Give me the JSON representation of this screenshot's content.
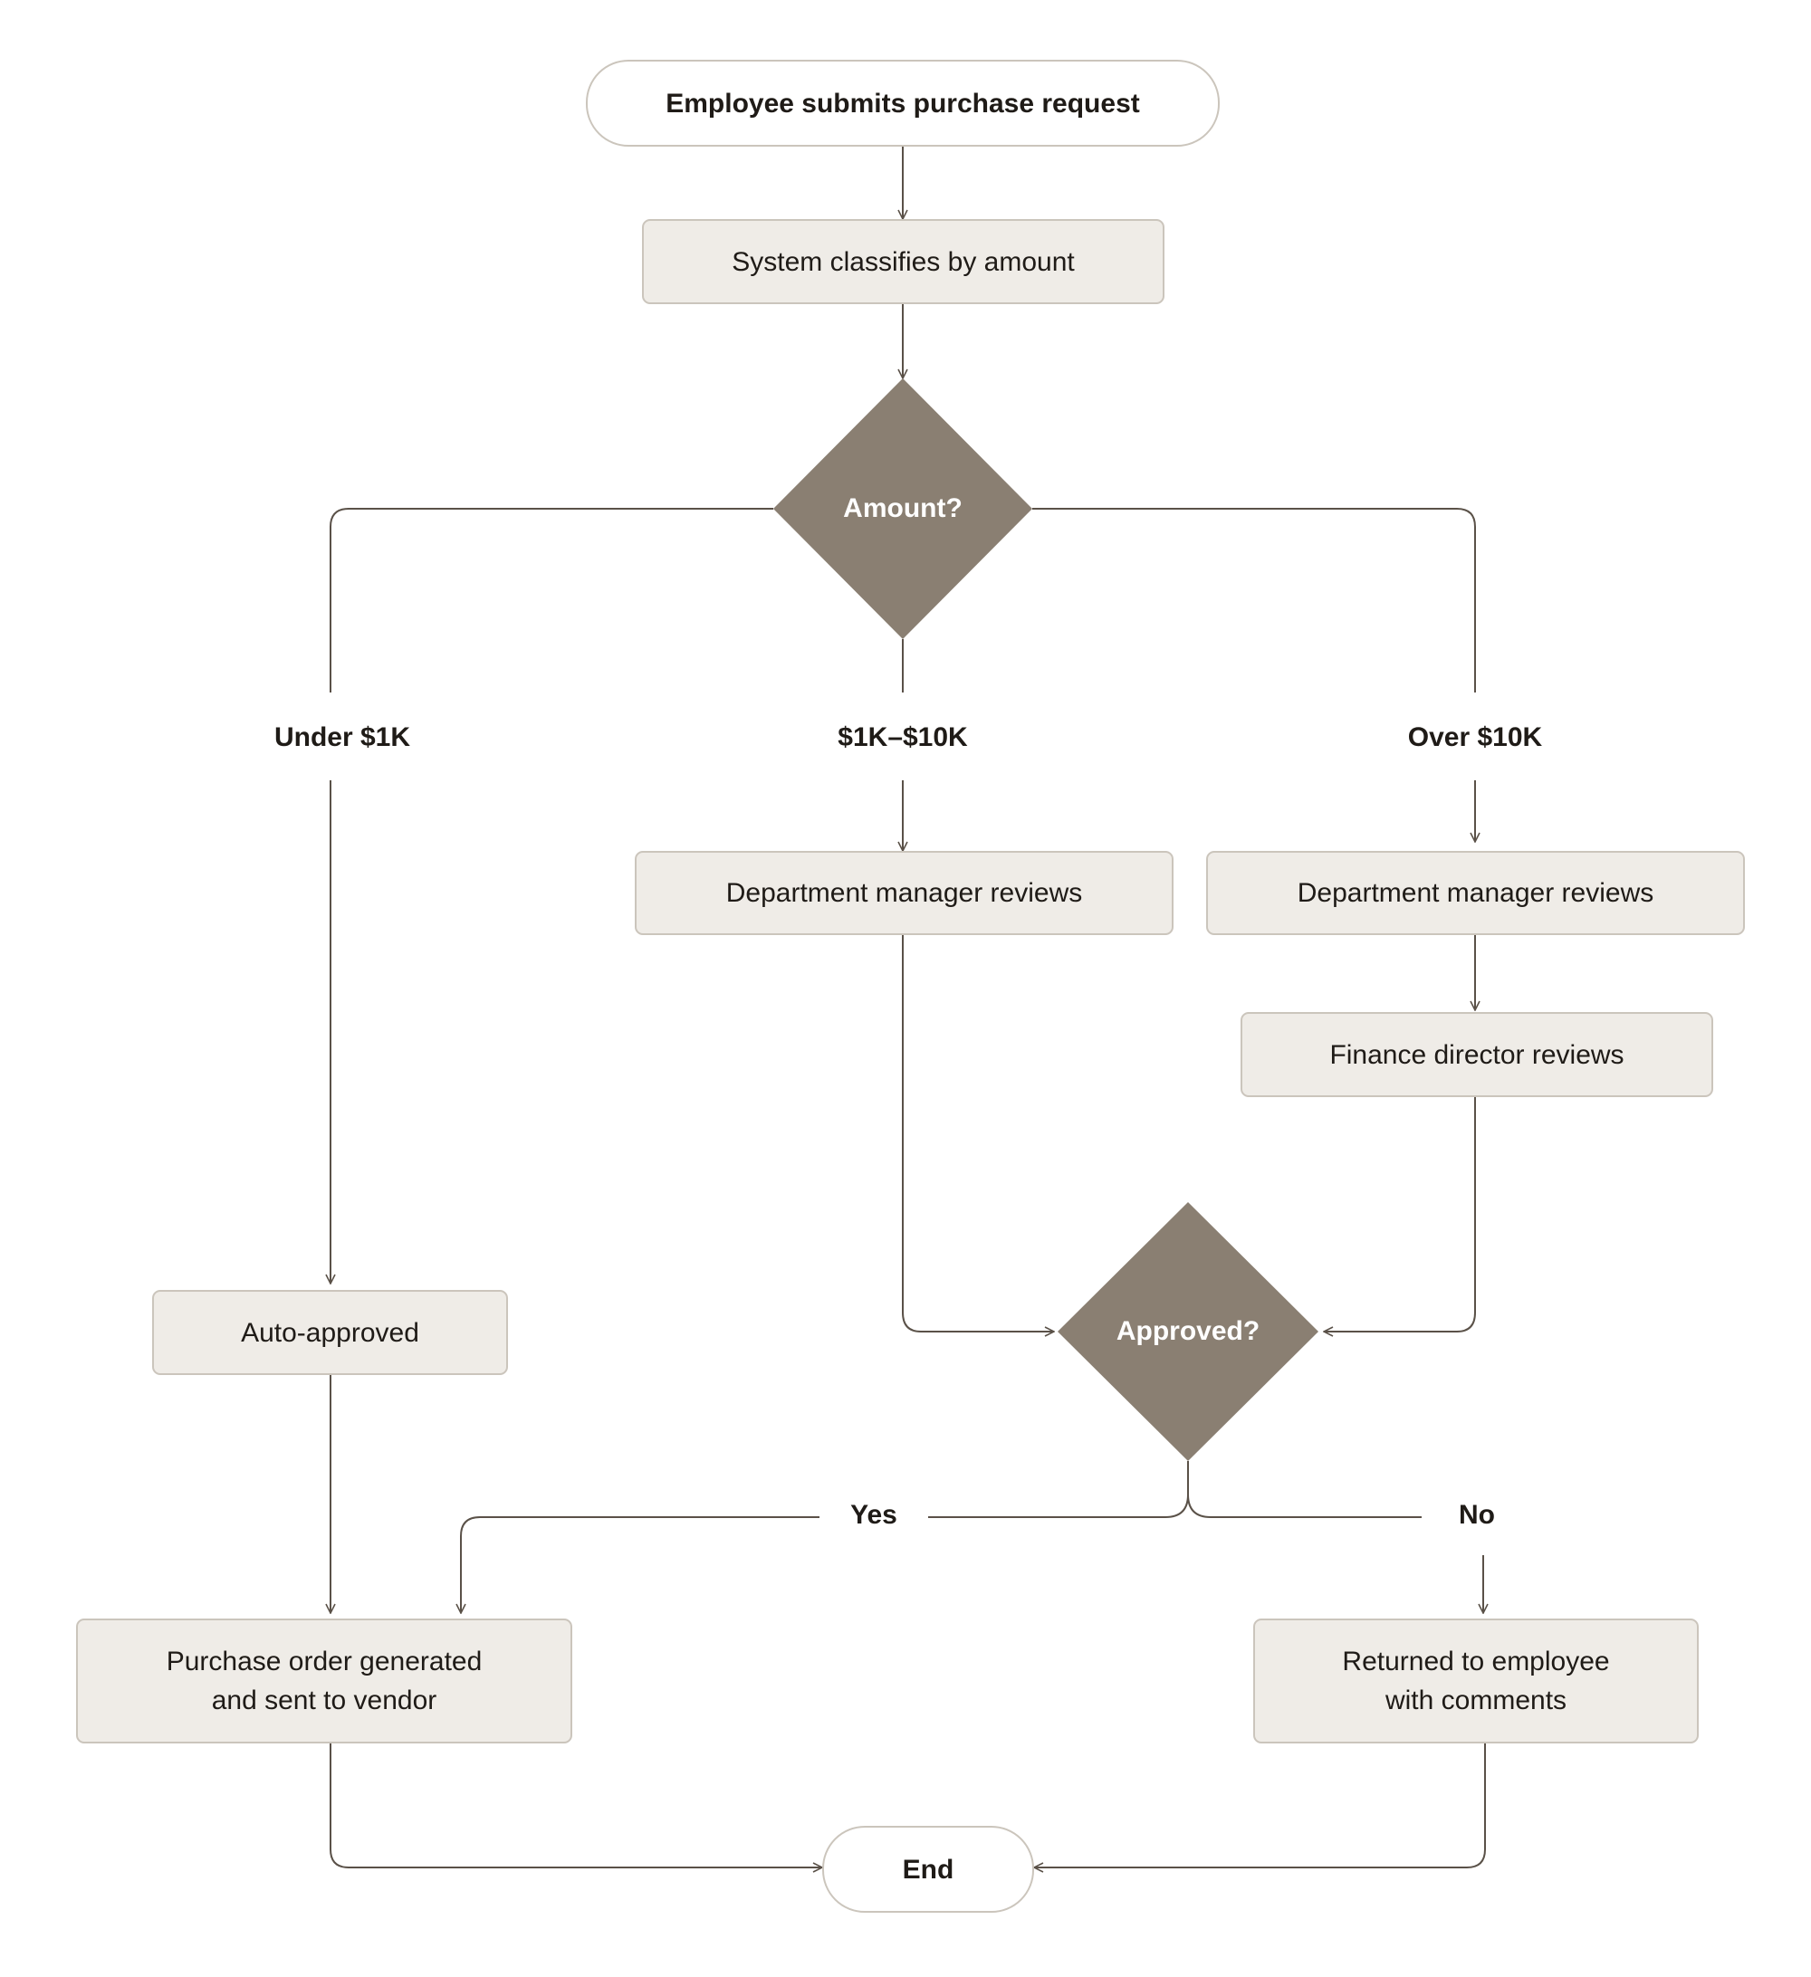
{
  "nodes": {
    "start": "Employee submits purchase request",
    "classify": "System classifies by amount",
    "amount_decision": "Amount?",
    "manager_mid": "Department manager reviews",
    "manager_high": "Department manager reviews",
    "finance": "Finance director reviews",
    "auto": "Auto-approved",
    "approved_decision": "Approved?",
    "po": "Purchase order generated\nand sent to vendor",
    "returned": "Returned to employee\nwith comments",
    "end": "End"
  },
  "edge_labels": {
    "under": "Under $1K",
    "mid": "$1K–$10K",
    "over": "Over $10K",
    "yes": "Yes",
    "no": "No"
  },
  "colors": {
    "decision_fill": "#8a7f72",
    "process_fill": "#efece7",
    "border": "#cbc5bc",
    "line": "#5a5148"
  }
}
